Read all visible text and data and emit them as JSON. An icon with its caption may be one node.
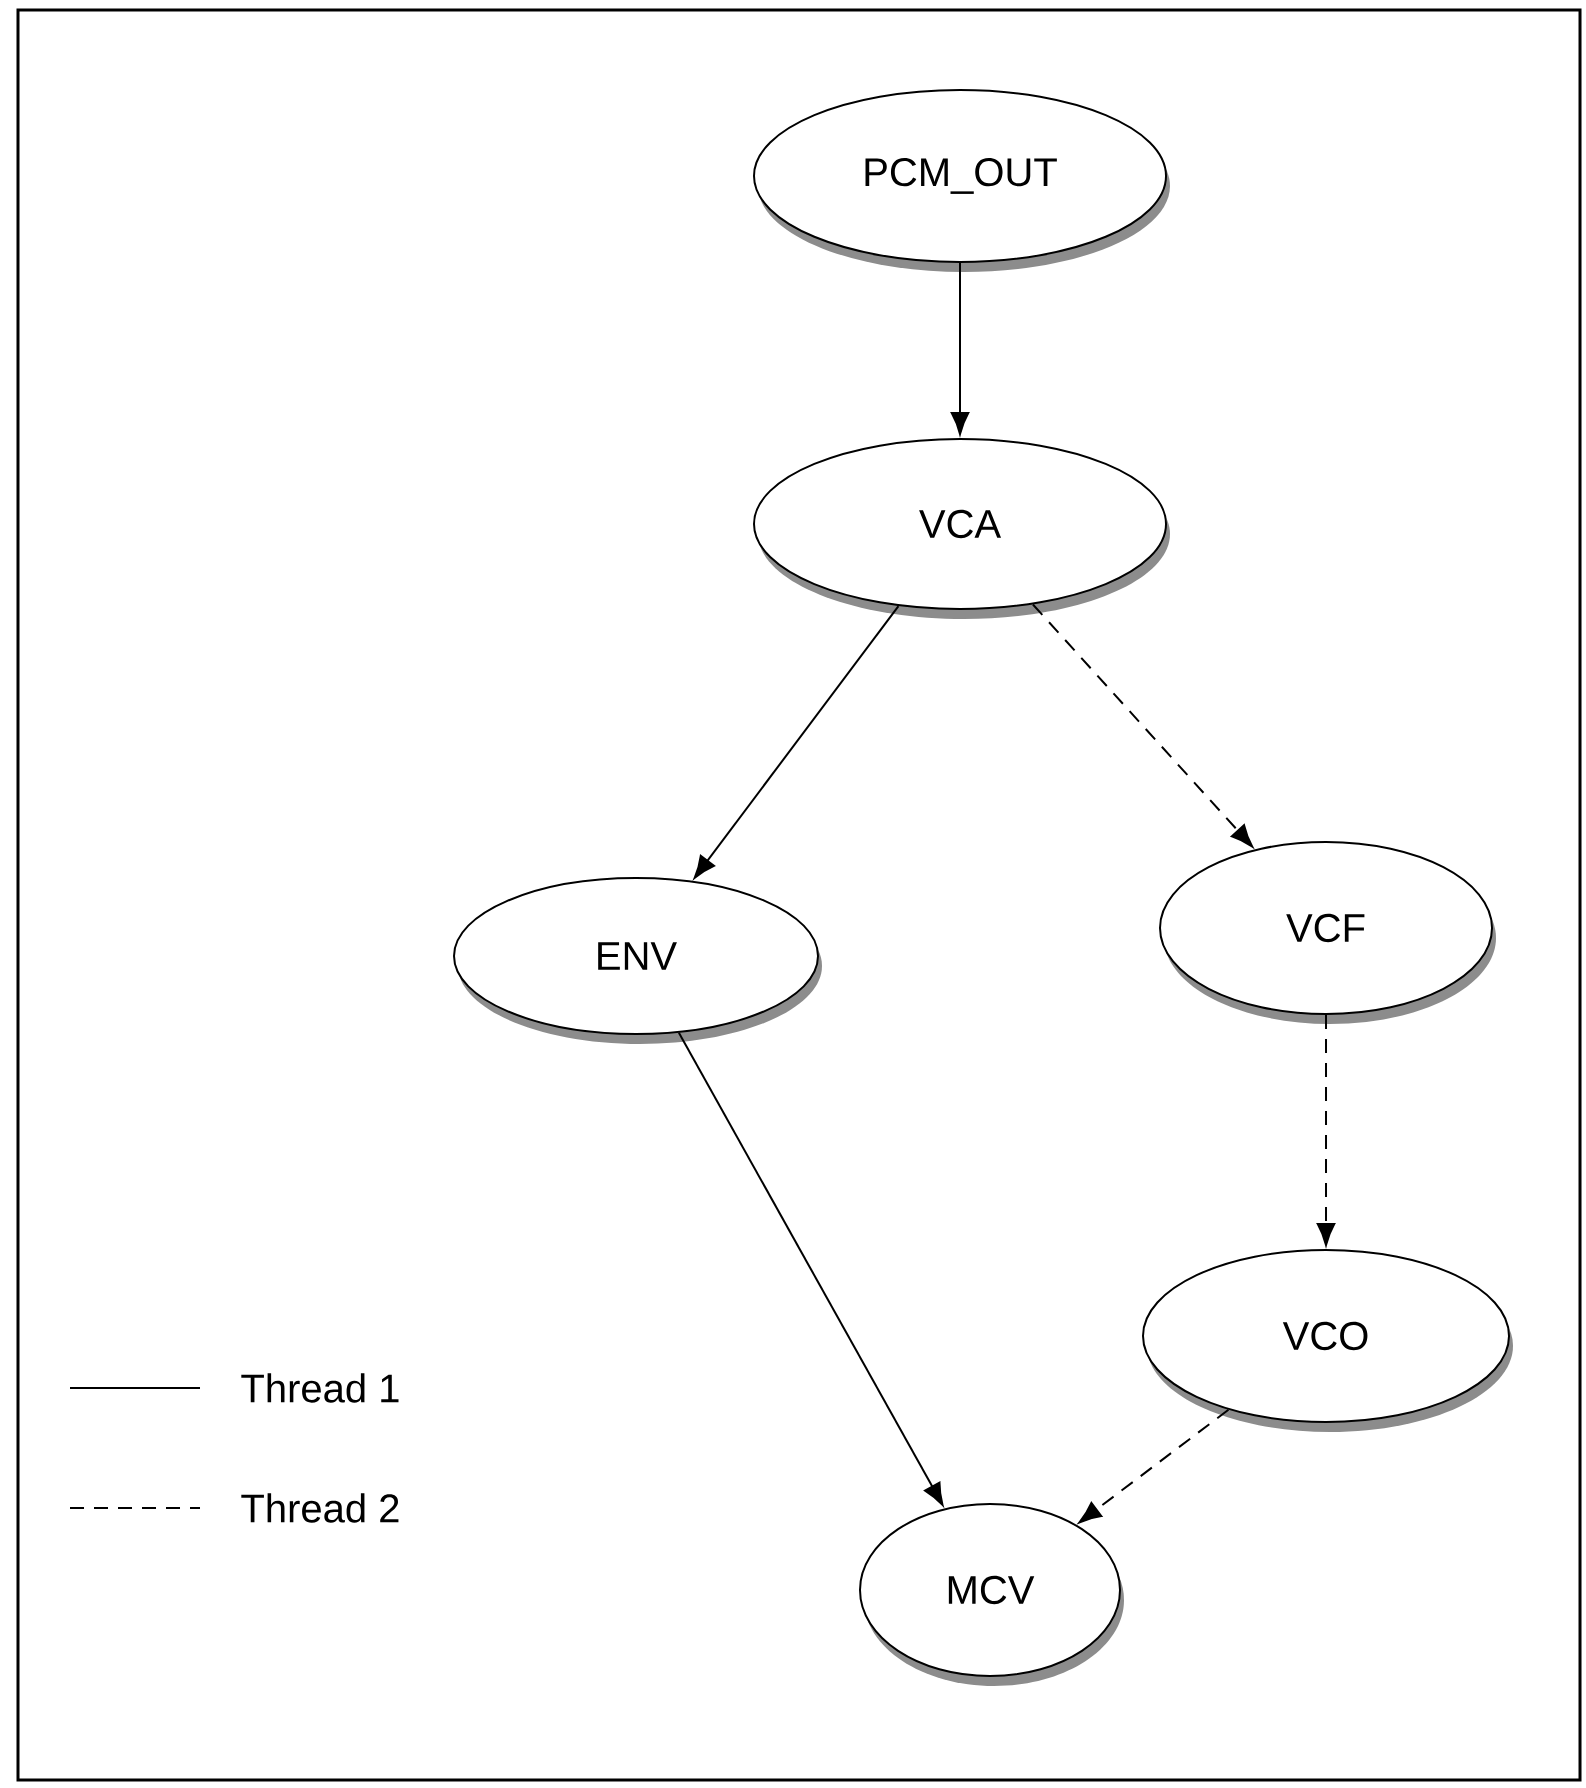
{
  "diagram": {
    "nodes": [
      {
        "text": [
          "PCM_OUT"
        ]
      },
      {
        "text": [
          "VCA"
        ]
      },
      {
        "text": [
          "ENV"
        ]
      },
      {
        "text": [
          "VCF"
        ]
      },
      {
        "text": [
          "VCO"
        ]
      },
      {
        "text": [
          "MCV"
        ]
      }
    ],
    "edges": [
      {
        "from": 0,
        "to": 1,
        "arrow": "to"
      },
      {
        "from": 1,
        "to": 2,
        "arrow": "to"
      },
      {
        "from": 1,
        "to": 3,
        "arrow": "to",
        "style": "dashed"
      },
      {
        "from": 3,
        "to": 4,
        "arrow": "to",
        "style": "dashed"
      },
      {
        "from": 2,
        "to": 5,
        "arrow": "to"
      },
      {
        "from": 4,
        "to": 5,
        "arrow": "to",
        "style": "dashed"
      }
    ],
    "legend": [
      {
        "text": "Thread 1"
      },
      {
        "text": "Thread 2"
      }
    ]
  }
}
